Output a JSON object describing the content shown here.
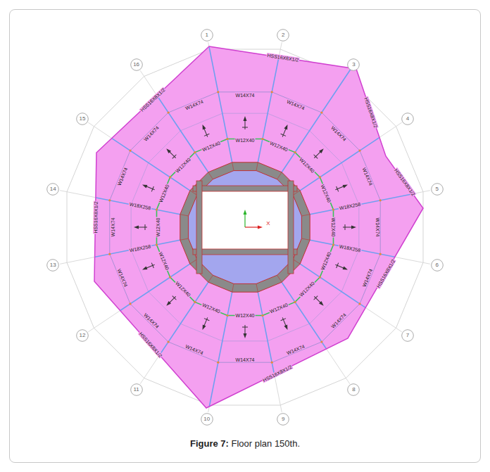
{
  "diagram": {
    "caption": "Figure 7: Floor plan 150th.",
    "nodes": [
      {
        "text": [
          "1"
        ]
      },
      {
        "text": [
          "2"
        ]
      },
      {
        "text": [
          "3"
        ]
      },
      {
        "text": [
          "4"
        ]
      },
      {
        "text": [
          "5"
        ]
      },
      {
        "text": [
          "6"
        ]
      },
      {
        "text": [
          "7"
        ]
      },
      {
        "text": [
          "8"
        ]
      },
      {
        "text": [
          "9"
        ]
      },
      {
        "text": [
          "10"
        ]
      },
      {
        "text": [
          "11"
        ]
      },
      {
        "text": [
          "12"
        ]
      },
      {
        "text": [
          "13"
        ]
      },
      {
        "text": [
          "14"
        ]
      },
      {
        "text": [
          "15"
        ]
      },
      {
        "text": [
          "16"
        ]
      }
    ],
    "labels": [
      "W14X74",
      "W14X74",
      "W14X74",
      "W14X74",
      "W14X74",
      "W14X74",
      "W14X74",
      "W14X74",
      "W14X74",
      "W14X74",
      "W14X74",
      "W14X74",
      "W14X74",
      "W14X74",
      "W14X74",
      "W14X74",
      "W12X40",
      "W12X40",
      "W12X40",
      "W12X40",
      "W12X40",
      "W12X40",
      "W12X40",
      "W12X40",
      "W12X40",
      "W12X40",
      "W12X40",
      "W12X40",
      "W12X40",
      "W12X40",
      "W12X40",
      "W12X40",
      "W18X258",
      "W18X258",
      "W18X258",
      "W18X258",
      "HSS16X8X1/2",
      "HSS16X8X1/2",
      "HSS16X8X1/2",
      "HSS16X8X1/2",
      "HSS16X8X1/2",
      "HSS16X8X1/2",
      "HSS16X8X1/2",
      "HSS16X8X1/2",
      "X"
    ]
  }
}
